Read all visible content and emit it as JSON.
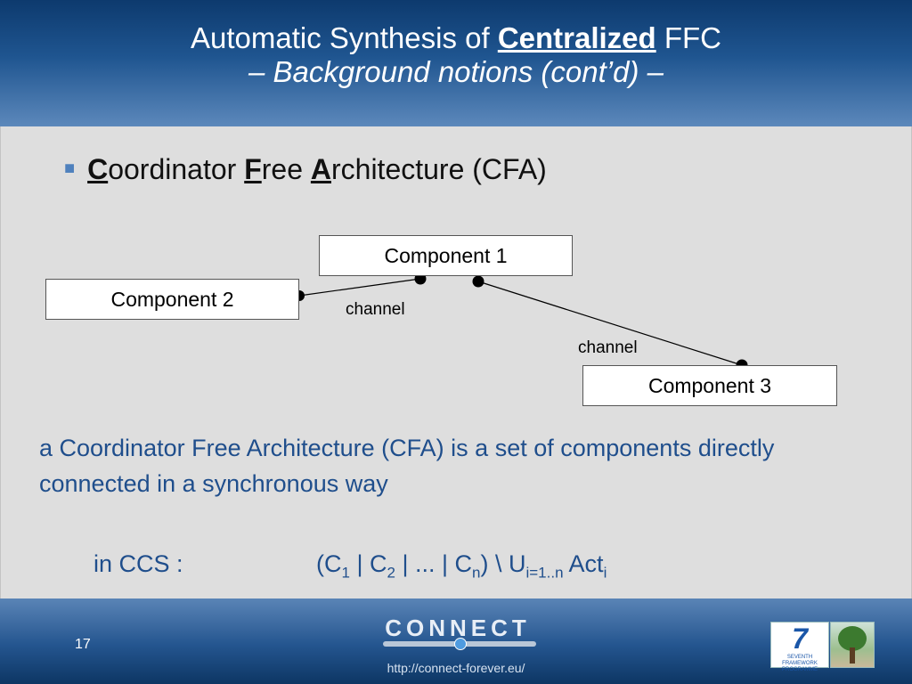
{
  "slide": {
    "title_part1": "Automatic Synthesis of",
    "title_emph": "Centralized",
    "title_part2": "FFC",
    "title_line2": "– Background notions (cont’d) –",
    "bullet": {
      "c": "C",
      "oordinator": "oordinator",
      "f": "F",
      "ree": "ree",
      "a": "A",
      "rest": "rchitecture (CFA)"
    },
    "diagram": {
      "component1": "Component 1",
      "component2": "Component 2",
      "component3": "Component 3",
      "channel_label_1": "channel",
      "channel_label_2": "channel"
    },
    "description": "a Coordinator Free Architecture  (CFA) is a set of components directly connected in a synchronous way",
    "ccs": {
      "prefix": "in CCS :",
      "open": "(C",
      "sub1": "1",
      "mid1": " | C",
      "sub2": "2",
      "mid2": " | ... | C",
      "subn": "n",
      "mid3": ") \\ U",
      "subrange": "i=1..n",
      "act": " Act",
      "subi": "i"
    }
  },
  "footer": {
    "page_number": "17",
    "logo_text": "CONNECT",
    "url": "http://connect-forever.eu/",
    "fp7_label": "SEVENTH FRAMEWORK PROGRAMME",
    "fp7_mark": "7"
  }
}
